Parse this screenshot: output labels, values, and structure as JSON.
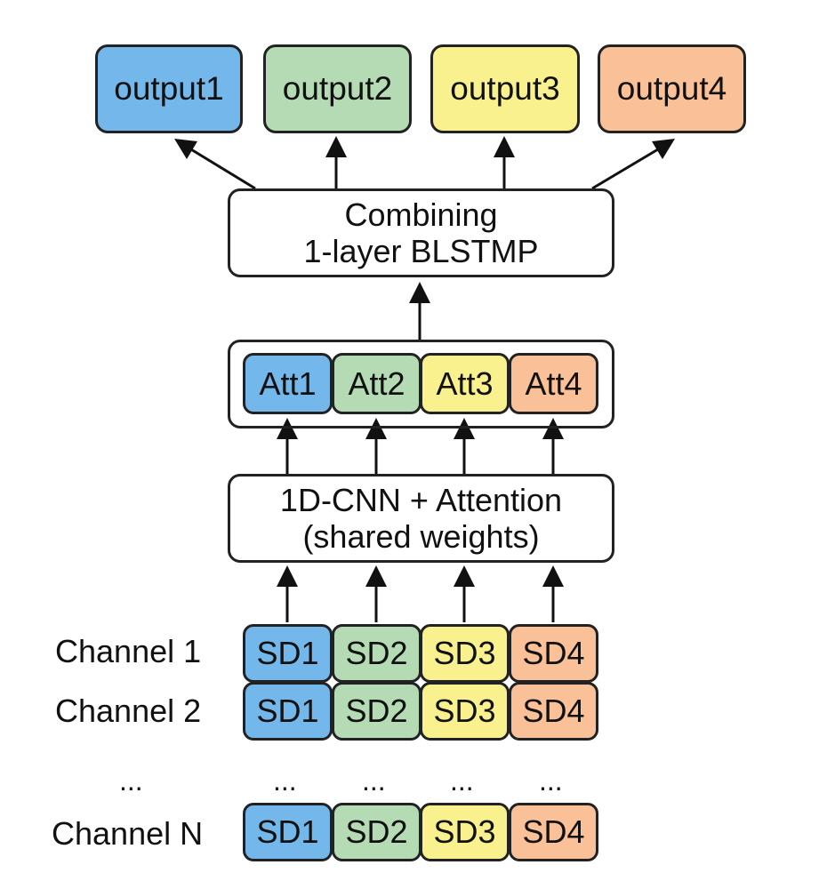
{
  "colors": {
    "blue": "#74b7ea",
    "green": "#b4dbb4",
    "yellow": "#f8f18e",
    "orange": "#fac098",
    "stroke": "#222222"
  },
  "outputs": [
    "output1",
    "output2",
    "output3",
    "output4"
  ],
  "combining": {
    "line1": "Combining",
    "line2": "1-layer BLSTMP"
  },
  "attention_outputs": [
    "Att1",
    "Att2",
    "Att3",
    "Att4"
  ],
  "cnn": {
    "line1": "1D-CNN + Attention",
    "line2": "(shared weights)"
  },
  "channels": [
    {
      "label": "Channel 1",
      "cells": [
        "SD1",
        "SD2",
        "SD3",
        "SD4"
      ]
    },
    {
      "label": "Channel 2",
      "cells": [
        "SD1",
        "SD2",
        "SD3",
        "SD4"
      ]
    },
    {
      "label": "Channel N",
      "cells": [
        "SD1",
        "SD2",
        "SD3",
        "SD4"
      ]
    }
  ],
  "ellipsis": "..."
}
